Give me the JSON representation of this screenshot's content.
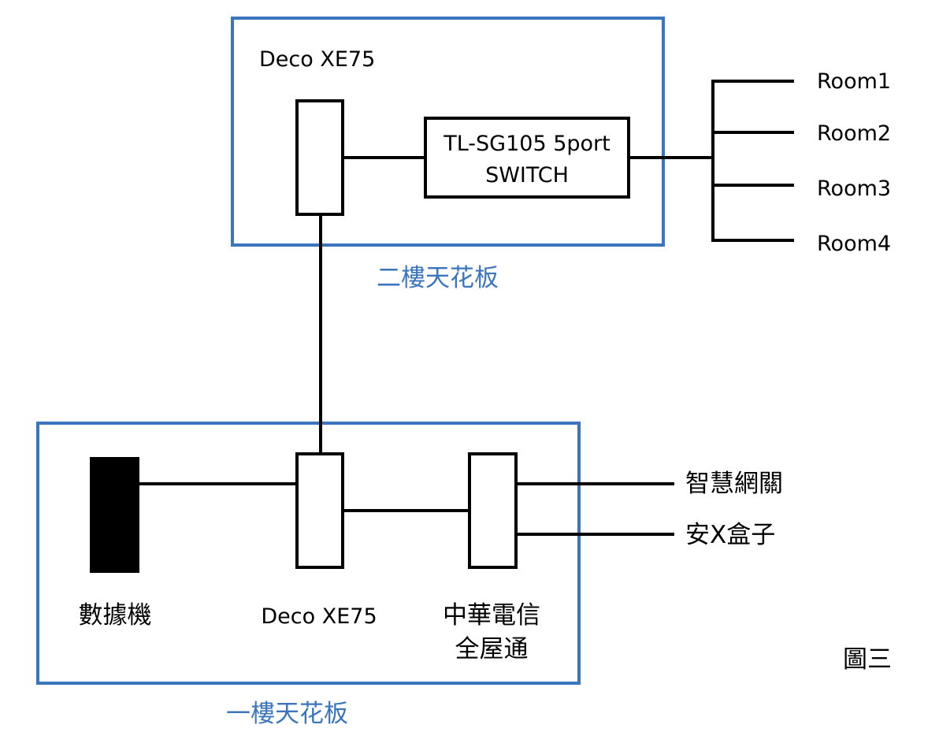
{
  "colors": {
    "frame_blue": "#3a75bd",
    "line": "#000000",
    "modem_fill": "#000000"
  },
  "upper_floor": {
    "area_label": "二樓天花板",
    "deco_label": "Deco XE75",
    "switch_label_line1": "TL-SG105 5port",
    "switch_label_line2": "SWITCH",
    "rooms": [
      "Room1",
      "Room2",
      "Room3",
      "Room4"
    ]
  },
  "lower_floor": {
    "area_label": "一樓天花板",
    "modem_label": "數據機",
    "deco_label": "Deco XE75",
    "cht_label_line1": "中華電信",
    "cht_label_line2": "全屋通",
    "outputs": [
      "智慧網關",
      "安X盒子"
    ]
  },
  "figure_label": "圖三"
}
